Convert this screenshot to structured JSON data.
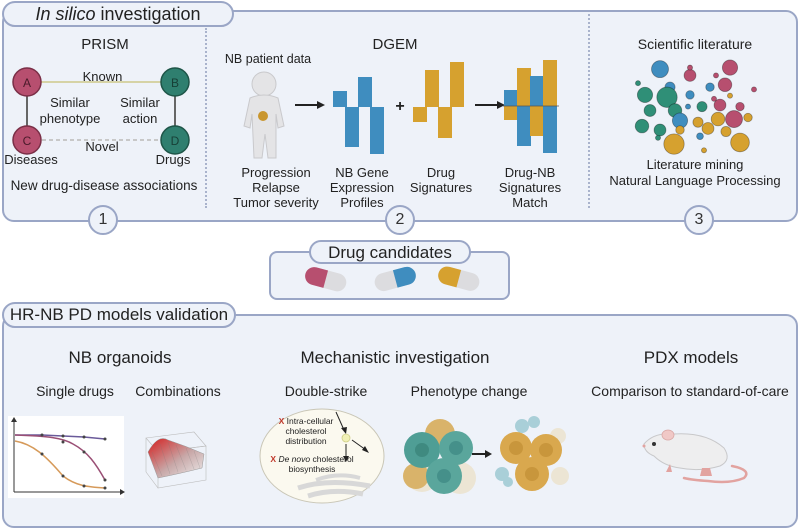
{
  "section1": {
    "tab_label_italic": "In silico",
    "tab_label_rest": " investigation",
    "prism": {
      "title": "PRISM",
      "nodes": [
        {
          "id": "A",
          "color": "#b74f6f"
        },
        {
          "id": "B",
          "color": "#2f7f6f"
        },
        {
          "id": "C",
          "color": "#b74f6f"
        },
        {
          "id": "D",
          "color": "#2f7f6f"
        }
      ],
      "edge_known": "Known",
      "edge_novel": "Novel",
      "edge_similar_phenotype": [
        "Similar",
        "phenotype"
      ],
      "edge_similar_action": [
        "Similar",
        "action"
      ],
      "label_diseases": "Diseases",
      "label_drugs": "Drugs",
      "caption": "New drug-disease associations",
      "step": "1"
    },
    "dgem": {
      "title": "DGEM",
      "patient_label": "NB patient data",
      "patient_caption": [
        "Progression",
        "Relapse",
        "Tumor severity"
      ],
      "gene_caption": [
        "NB Gene",
        "Expression",
        "Profiles"
      ],
      "drug_caption": [
        "Drug",
        "Signatures"
      ],
      "match_caption": [
        "Drug-NB",
        "Signatures",
        "Match"
      ],
      "plus": "+",
      "step": "2",
      "colors": {
        "gene": "#3f8dbf",
        "drug": "#d6a12f"
      }
    },
    "literature": {
      "title": "Scientific literature",
      "caption": [
        "Literature mining",
        "Natural Language Processing"
      ],
      "step": "3",
      "colors": [
        "#3f8dbf",
        "#b74f6f",
        "#2f8f77",
        "#d6a12f"
      ]
    }
  },
  "drug_candidates": {
    "label": "Drug candidates",
    "pills": [
      {
        "color": "#b74f6f"
      },
      {
        "color": "#3f8dbf"
      },
      {
        "color": "#d6a12f"
      }
    ]
  },
  "section2": {
    "tab_label": "HR-NB PD models validation",
    "organoids": {
      "title": "NB organoids",
      "sub1": "Single drugs",
      "sub2": "Combinations"
    },
    "mechanistic": {
      "title": "Mechanistic investigation",
      "sub1": "Double-strike",
      "sub2": "Phenotype change",
      "cell_text1": [
        "Intra-cellular",
        "cholesterol",
        "distribution"
      ],
      "cell_text2_italic": "De novo",
      "cell_text2_rest": " cholesterol",
      "cell_text3": "biosynthesis",
      "x_mark": "X"
    },
    "pdx": {
      "title": "PDX models",
      "sub": "Comparison to standard-of-care"
    }
  }
}
